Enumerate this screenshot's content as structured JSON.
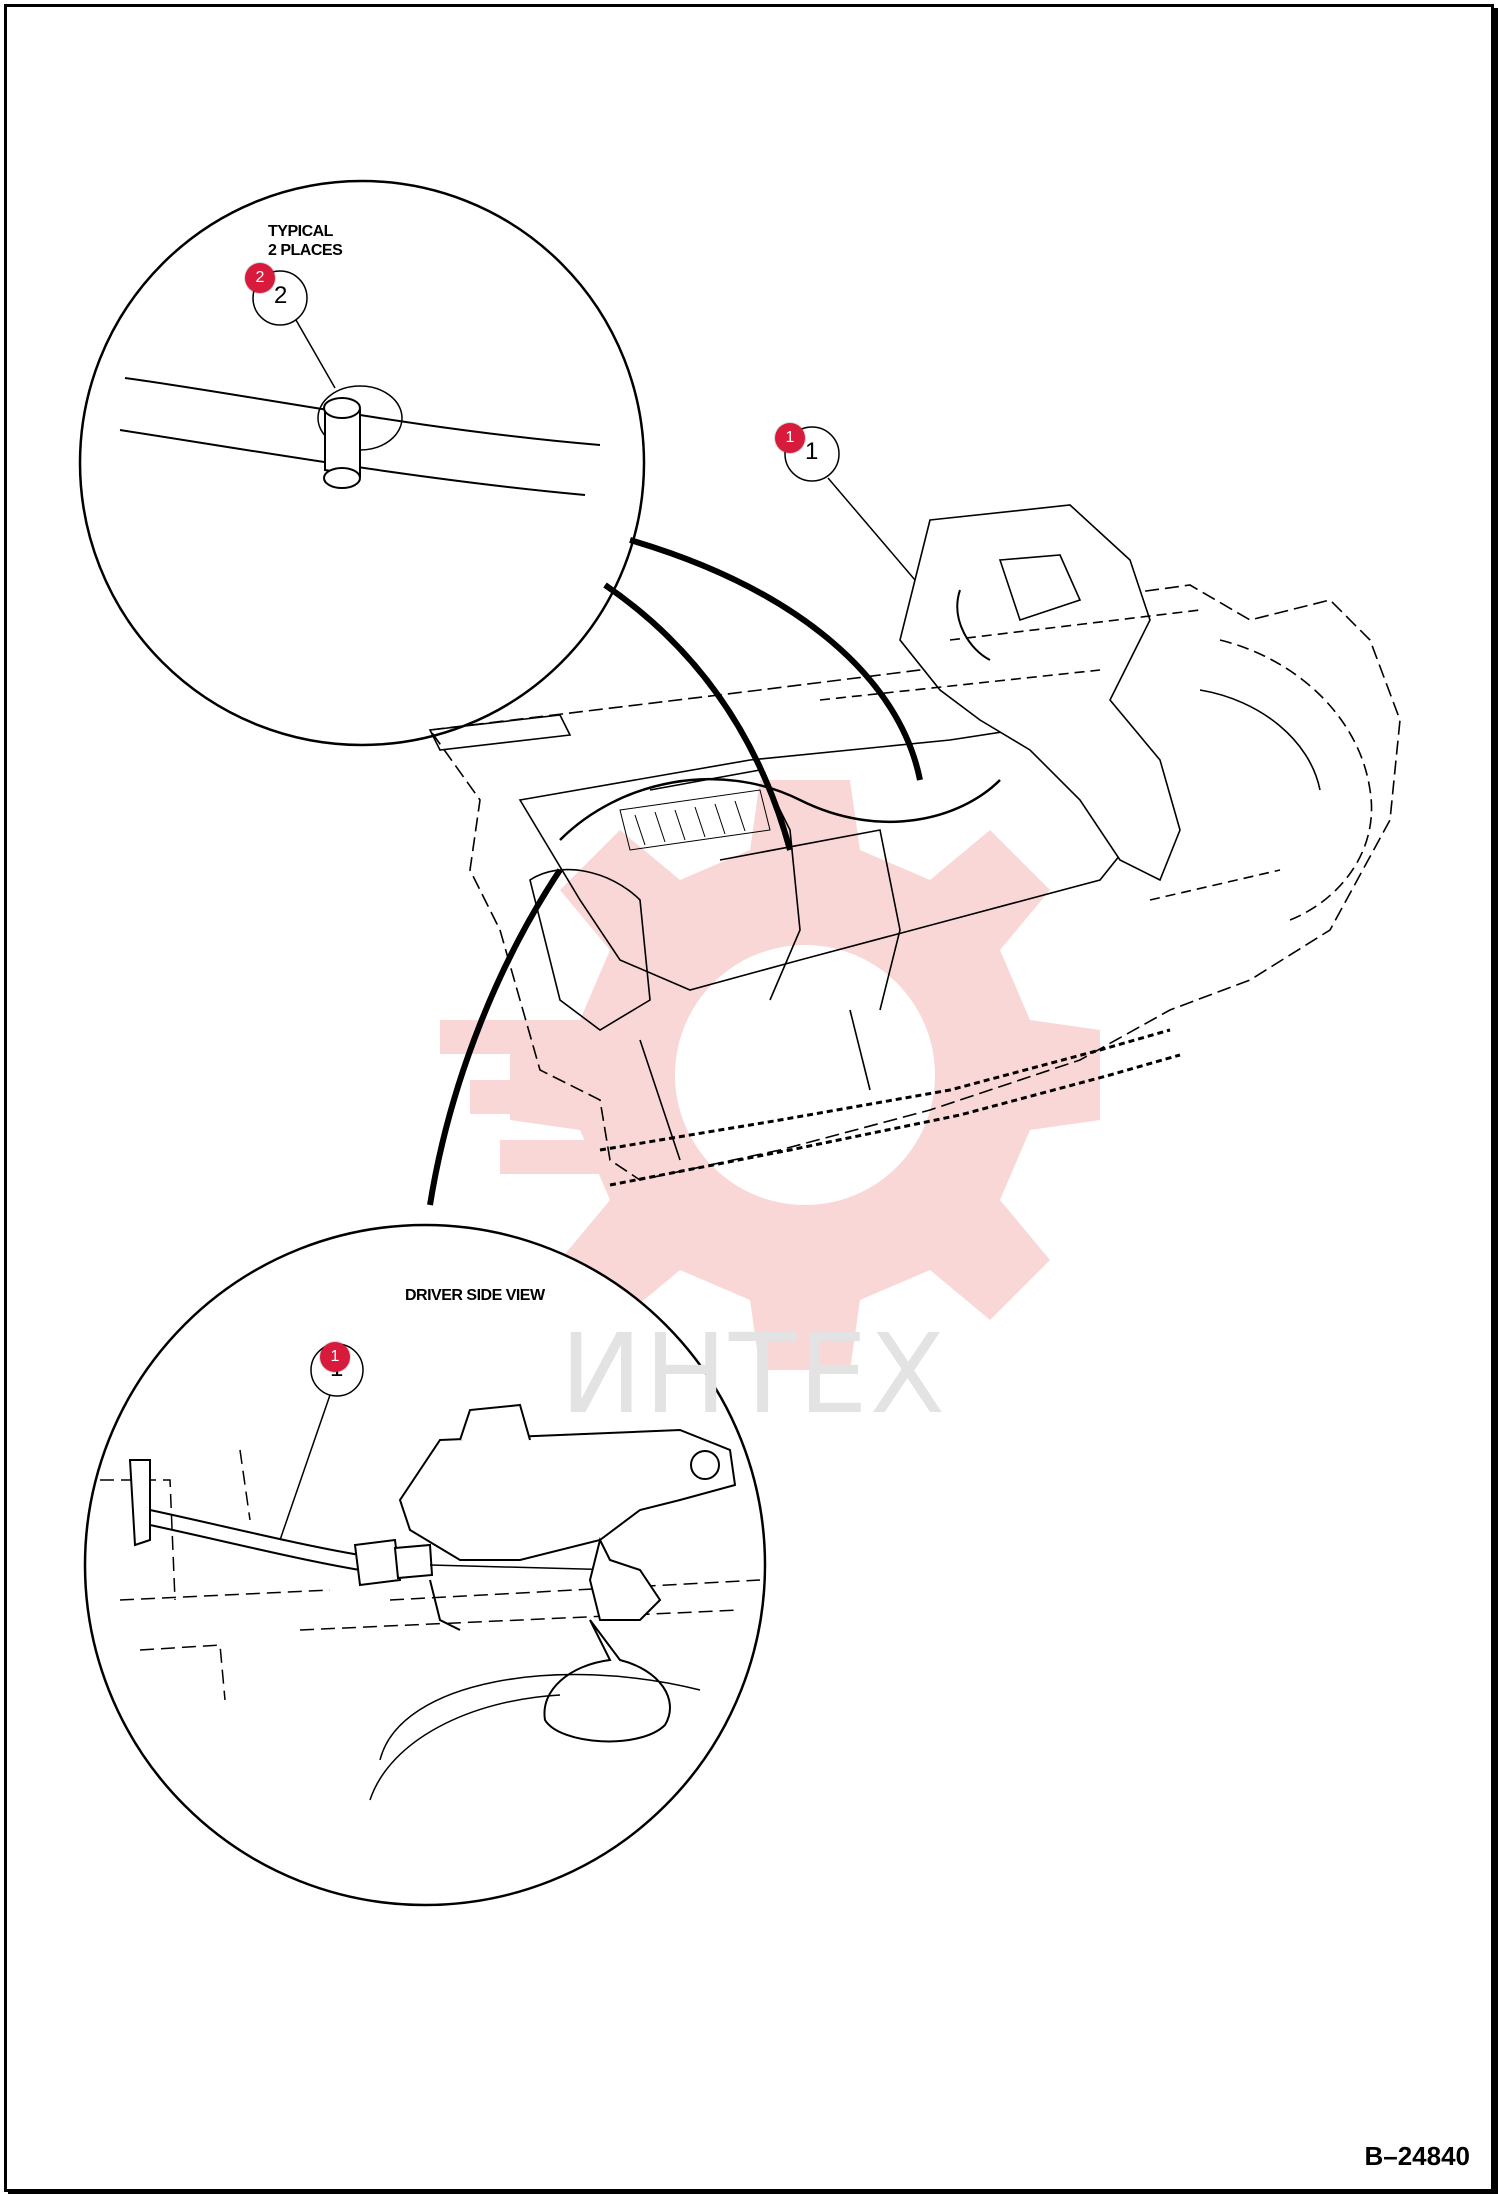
{
  "detail_top": {
    "note": "TYPICAL\n2 PLACES",
    "callout_number": "2"
  },
  "main_view": {
    "callout_number": "1"
  },
  "detail_bottom": {
    "title": "DRIVER SIDE VIEW",
    "callout_number": "1"
  },
  "badges": {
    "top_detail": "2",
    "main": "1",
    "bottom_detail": "1"
  },
  "watermark": "ИНТЕХ",
  "figure_number": "B–24840",
  "colors": {
    "badge": "#d81b3c",
    "line": "#000000",
    "watermark_gear": "#f5c6c6",
    "watermark_text": "#e3e3e3"
  }
}
